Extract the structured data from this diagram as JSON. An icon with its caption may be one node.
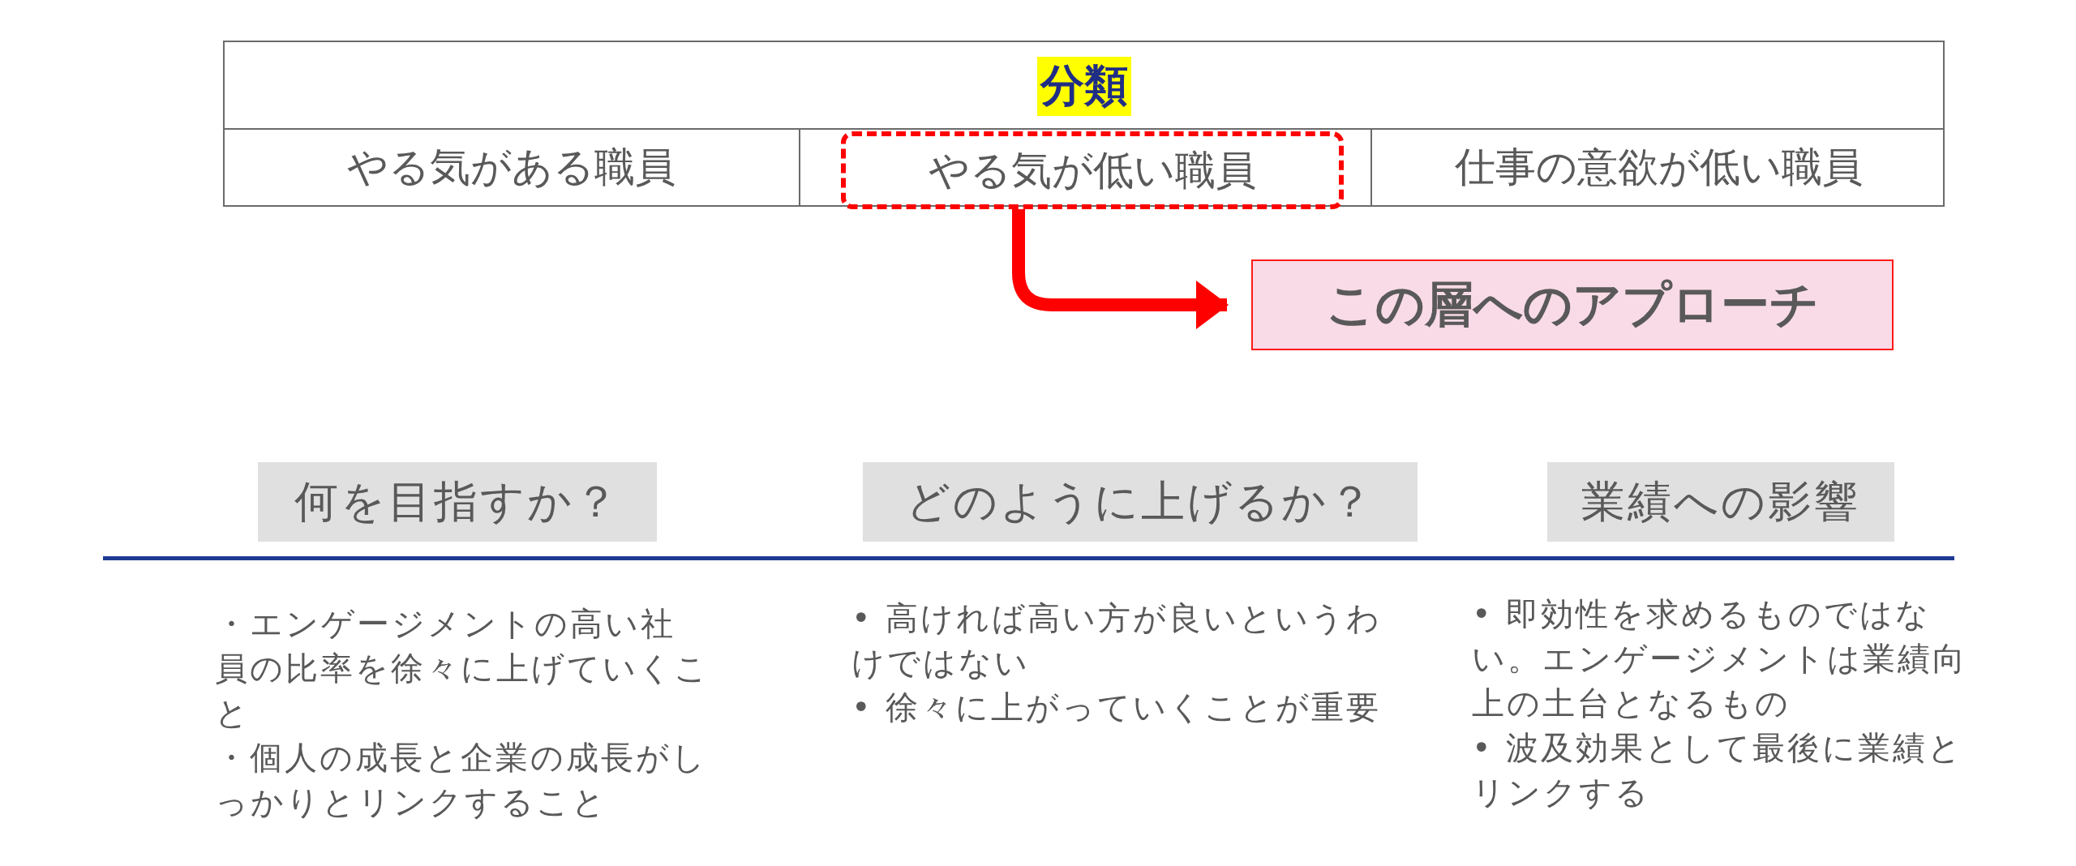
{
  "diagram": {
    "nodes": [
      {
        "text": [
          "分類"
        ]
      },
      {
        "text": [
          "やる気がある職員"
        ]
      },
      {
        "text": [
          "やる気が低い職員"
        ]
      },
      {
        "text": [
          "仕事の意欲が低い職員"
        ]
      },
      {
        "text": [
          "この層へのアプローチ"
        ]
      },
      {
        "text": [
          "何を目指すか？"
        ]
      },
      {
        "text": [
          "どのように上げるか？"
        ]
      },
      {
        "text": [
          "業績への影響"
        ]
      }
    ],
    "edges": [
      {
        "from": 2,
        "to": 4,
        "arrow": "to"
      }
    ],
    "labels": [
      "・エンゲージメントの高い社員の比率を徐々に上げていくこと",
      "・個人の成長と企業の成長がしっかりとリンクすること",
      "• 高ければ高い方が良いというわけではない",
      "• 徐々に上がっていくことが重要",
      "• 即効性を求めるものではない。エンゲージメントは業績向上の土台となるもの",
      "• 波及効果として最後に業績とリンクする"
    ]
  }
}
